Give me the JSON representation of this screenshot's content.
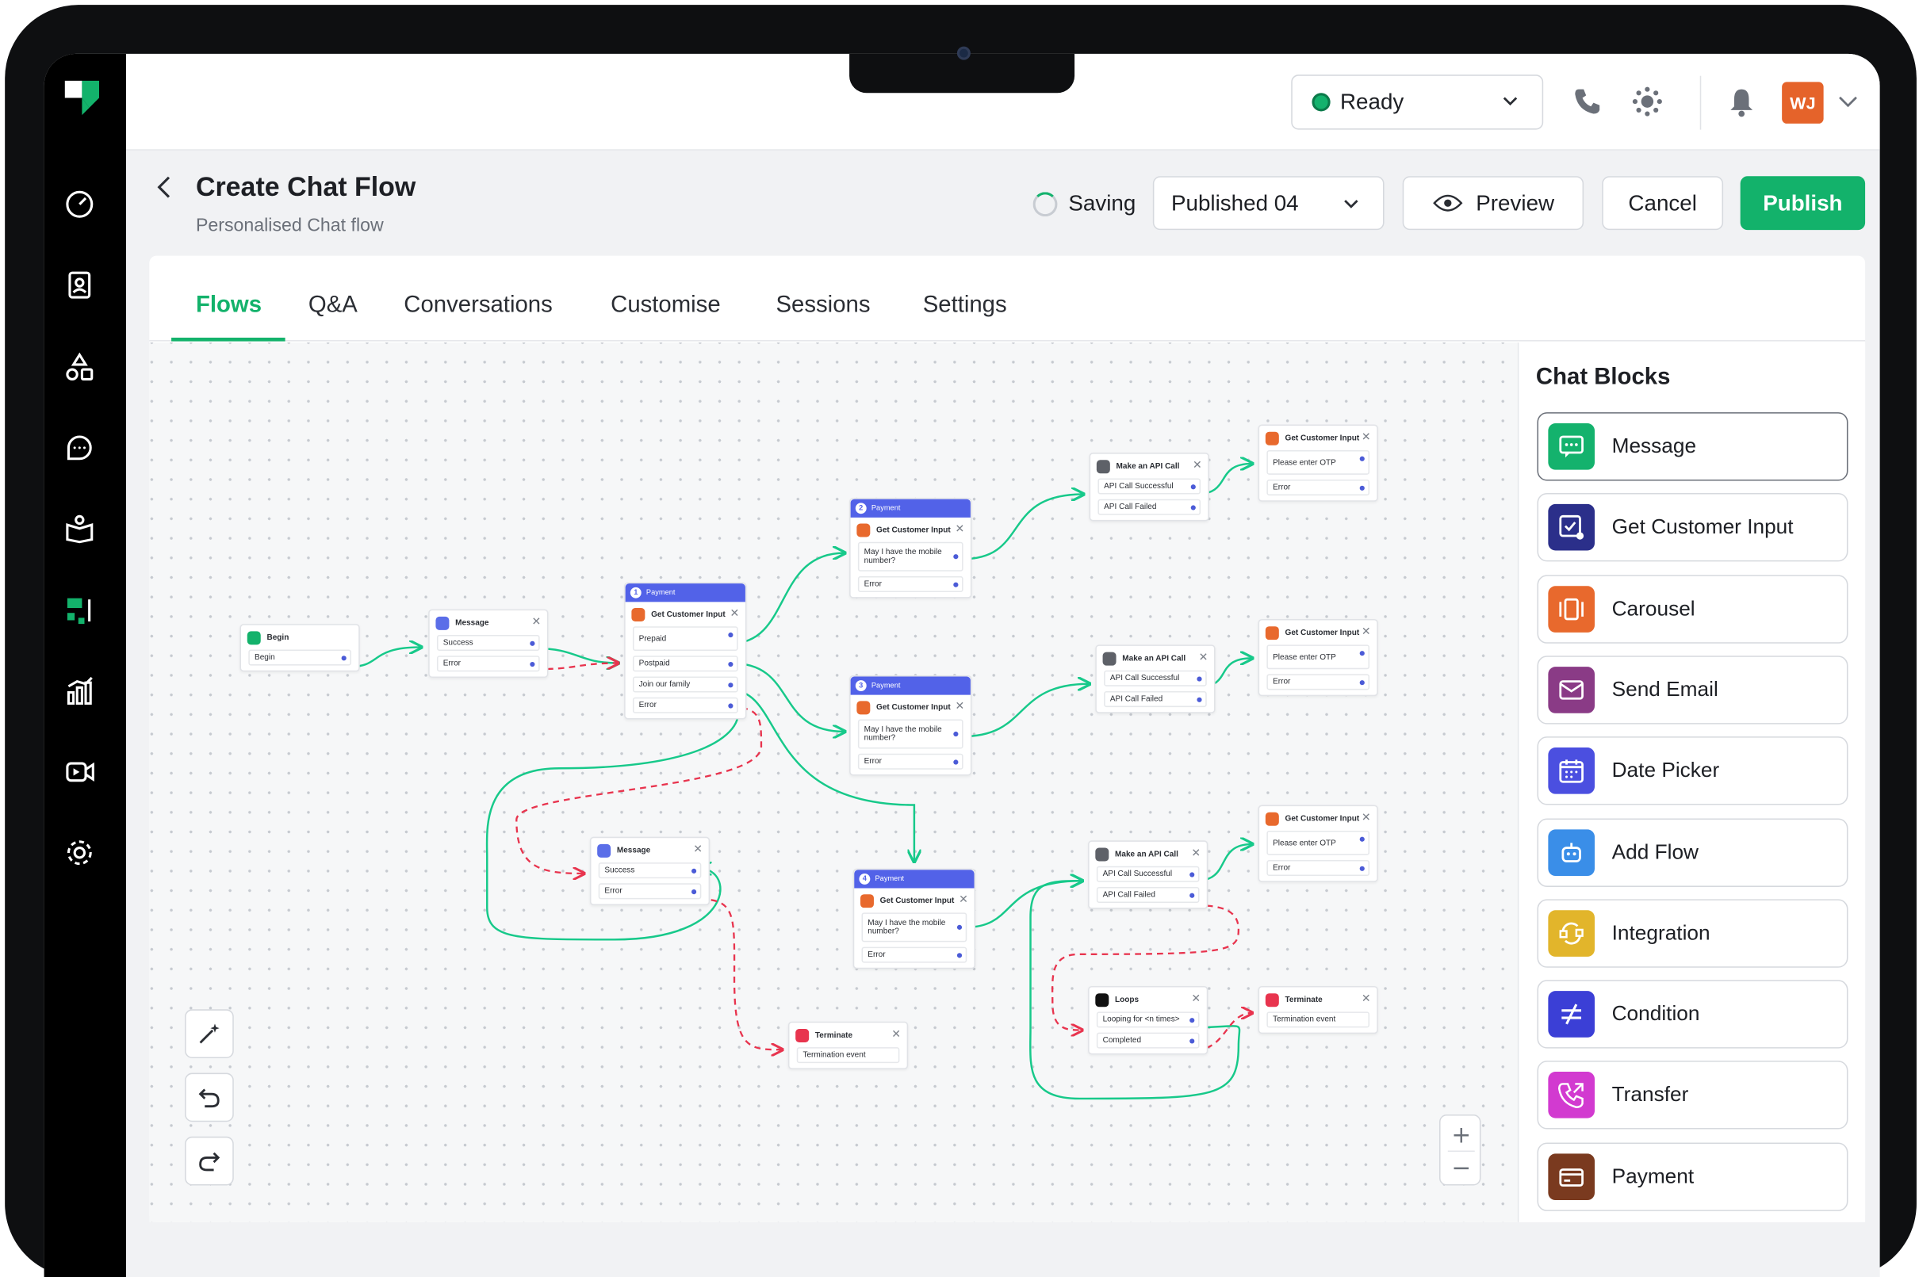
{
  "app": {
    "status": "Ready",
    "avatar": "WJ",
    "brand_color": "#13b26b"
  },
  "header": {
    "title": "Create Chat Flow",
    "subtitle": "Personalised Chat flow",
    "saving": "Saving",
    "version": "Published 04",
    "preview": "Preview",
    "cancel": "Cancel",
    "publish": "Publish"
  },
  "tabs": [
    "Flows",
    "Q&A",
    "Conversations",
    "Customise",
    "Sessions",
    "Settings"
  ],
  "chat_blocks": {
    "title": "Chat Blocks",
    "items": [
      {
        "label": "Message",
        "icon": "message-icon",
        "color": "#14b26d"
      },
      {
        "label": "Get Customer Input",
        "icon": "customer-input-icon",
        "color": "#2b2f8a"
      },
      {
        "label": "Carousel",
        "icon": "carousel-icon",
        "color": "#e8692d"
      },
      {
        "label": "Send Email",
        "icon": "email-icon",
        "color": "#8a3b86"
      },
      {
        "label": "Date Picker",
        "icon": "calendar-icon",
        "color": "#4b4fe0"
      },
      {
        "label": "Add Flow",
        "icon": "bot-icon",
        "color": "#3a8ee8"
      },
      {
        "label": "Integration",
        "icon": "integration-icon",
        "color": "#e2b52b"
      },
      {
        "label": "Condition",
        "icon": "not-equal-icon",
        "color": "#3b3fd6"
      },
      {
        "label": "Transfer",
        "icon": "phone-transfer-icon",
        "color": "#d23ad0"
      },
      {
        "label": "Payment",
        "icon": "payment-icon",
        "color": "#7a3a1f"
      }
    ]
  },
  "flow": {
    "begin": {
      "title": "Begin",
      "rows": [
        "Begin"
      ]
    },
    "message1": {
      "title": "Message",
      "rows": [
        "Success",
        "Error"
      ]
    },
    "payment1": {
      "step": "1",
      "label": "Payment",
      "title": "Get Customer Input",
      "rows": [
        "Prepaid",
        "Postpaid",
        "Join our family",
        "Error"
      ]
    },
    "payment2": {
      "step": "2",
      "label": "Payment",
      "title": "Get Customer Input",
      "rows": [
        "May I have the mobile number?",
        "Error"
      ]
    },
    "payment3": {
      "step": "3",
      "label": "Payment",
      "title": "Get Customer Input",
      "rows": [
        "May I have the mobile number?",
        "Error"
      ]
    },
    "payment4": {
      "step": "4",
      "label": "Payment",
      "title": "Get Customer Input",
      "rows": [
        "May I have the mobile number?",
        "Error"
      ]
    },
    "api1": {
      "title": "Make an API Call",
      "rows": [
        "API Call Successful",
        "API Call Failed"
      ]
    },
    "api2": {
      "title": "Make an API Call",
      "rows": [
        "API Call Successful",
        "API Call Failed"
      ]
    },
    "api3": {
      "title": "Make an API Call",
      "rows": [
        "API Call Successful",
        "API Call Failed"
      ]
    },
    "otp1": {
      "title": "Get Customer Input",
      "rows": [
        "Please enter OTP",
        "Error"
      ]
    },
    "otp2": {
      "title": "Get Customer Input",
      "rows": [
        "Please enter OTP",
        "Error"
      ]
    },
    "otp3": {
      "title": "Get Customer Input",
      "rows": [
        "Please enter OTP",
        "Error"
      ]
    },
    "message2": {
      "title": "Message",
      "rows": [
        "Success",
        "Error"
      ]
    },
    "loops": {
      "title": "Loops",
      "rows": [
        "Looping for <n times>",
        "Completed"
      ]
    },
    "terminate1": {
      "title": "Terminate",
      "rows": [
        "Termination event"
      ]
    },
    "terminate2": {
      "title": "Terminate",
      "rows": [
        "Termination event"
      ]
    }
  }
}
